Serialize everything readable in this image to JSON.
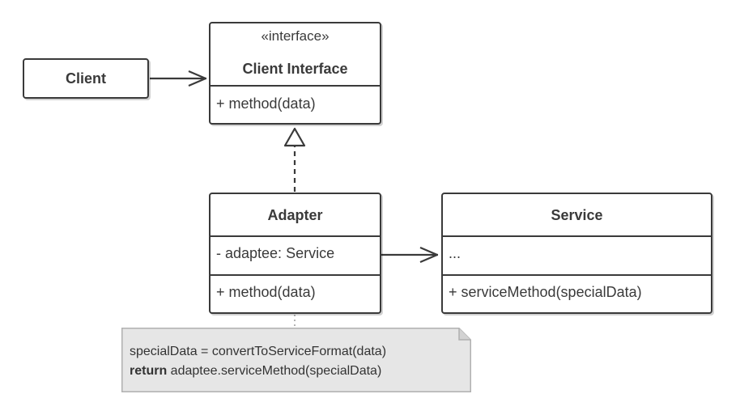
{
  "client": {
    "title": "Client"
  },
  "client_interface": {
    "stereotype": "«interface»",
    "title": "Client Interface",
    "methods": [
      "+ method(data)"
    ]
  },
  "adapter": {
    "title": "Adapter",
    "fields": [
      "- adaptee: Service"
    ],
    "methods": [
      "+ method(data)"
    ]
  },
  "service": {
    "title": "Service",
    "fields": [
      "..."
    ],
    "methods": [
      "+ serviceMethod(specialData)"
    ]
  },
  "note": {
    "line1": "specialData = convertToServiceFormat(data)",
    "line2_keyword": "return",
    "line2_rest": " adaptee.serviceMethod(specialData)"
  },
  "colors": {
    "stroke": "#3a3a3a",
    "note_fill": "#e6e6e6",
    "note_border": "#b0b0b0"
  }
}
